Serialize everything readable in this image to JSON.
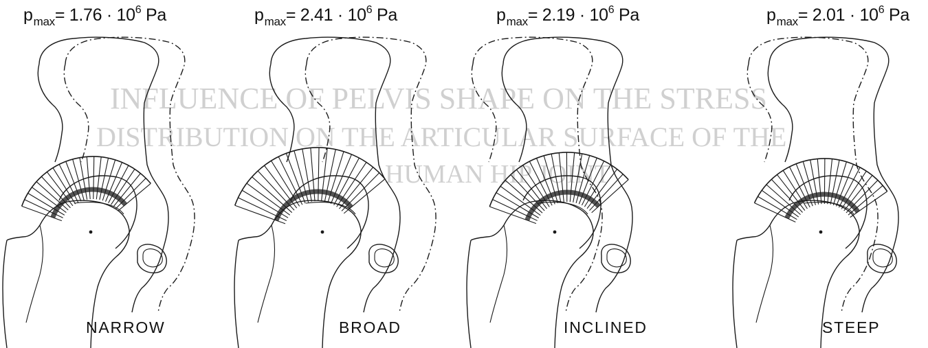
{
  "panels": [
    {
      "pressure": {
        "symbol": "p",
        "subscript": "max",
        "value": "= 1.76 · 10",
        "exponent": "6",
        "unit": " Pa"
      },
      "label": "NARROW",
      "variant": "narrow",
      "colors": {
        "line": "#1a1a1a"
      }
    },
    {
      "pressure": {
        "symbol": "p",
        "subscript": "max",
        "value": "= 2.41 · 10",
        "exponent": "6",
        "unit": " Pa"
      },
      "label": "BROAD",
      "variant": "broad",
      "colors": {
        "line": "#1a1a1a"
      }
    },
    {
      "pressure": {
        "symbol": "p",
        "subscript": "max",
        "value": "= 2.19 · 10",
        "exponent": "6",
        "unit": " Pa"
      },
      "label": "INCLINED",
      "variant": "inclined",
      "colors": {
        "line": "#1a1a1a"
      }
    },
    {
      "pressure": {
        "symbol": "p",
        "subscript": "max",
        "value": "= 2.01 · 10",
        "exponent": "6",
        "unit": " Pa"
      },
      "label": "STEEP",
      "variant": "steep",
      "colors": {
        "line": "#1a1a1a"
      }
    }
  ],
  "bleed_through": {
    "heading_1": "INFLUENCE OF PELVIS SHAPE ON THE STRESS",
    "heading_2": "DISTRIBUTION ON THE ARTICULAR SURFACE OF THE",
    "heading_3": "HUMAN HIP JOINT"
  }
}
